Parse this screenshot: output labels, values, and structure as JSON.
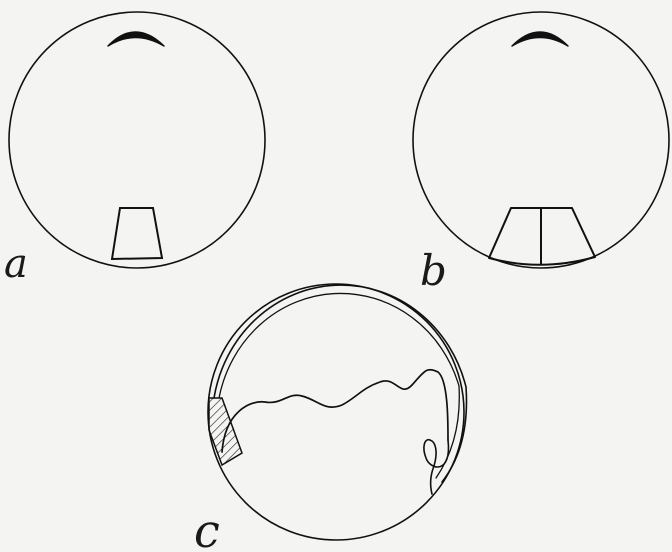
{
  "panels": [
    {
      "id": "a",
      "label": "a"
    },
    {
      "id": "b",
      "label": "b"
    },
    {
      "id": "c",
      "label": "c"
    }
  ],
  "colors": {
    "background": "#f4f4f2",
    "ink": "#111111"
  }
}
